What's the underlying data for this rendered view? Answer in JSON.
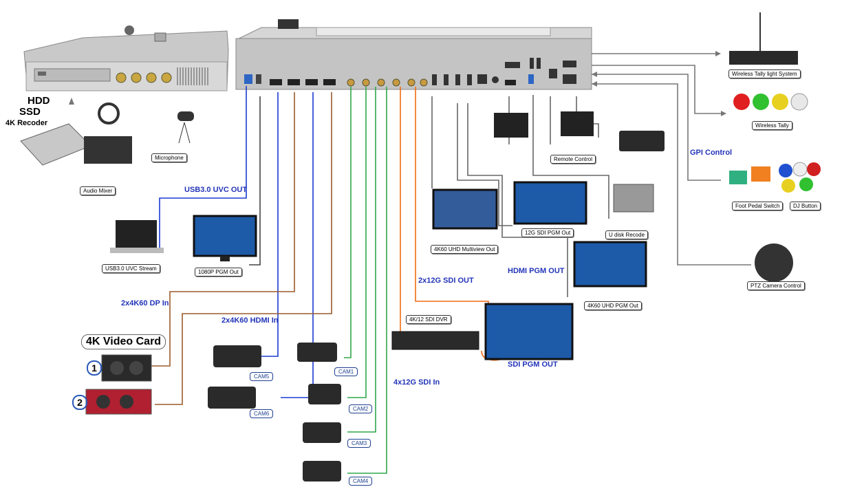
{
  "left_device": {
    "storage_lines": [
      "HDD",
      "SSD",
      "4K Recoder"
    ],
    "labels": {
      "audio_mixer": "Audio Mixer",
      "microphone": "Microphone",
      "usb_stream": "USB3.0 UVC Stream",
      "pgm_1080": "1080P PGM Out"
    }
  },
  "connections": {
    "usb_out": "USB3.0 UVC OUT",
    "dp_in": "2x4K60 DP In",
    "hdmi_in": "2x4K60 HDMI In",
    "sdi_out": "2x12G SDI  OUT",
    "sdi_in": "4x12G SDI In",
    "hdmi_pgm_out": "HDMI PGM OUT",
    "gpi_control": "GPI Control",
    "sdi_pgm_out": "SDI PGM OUT"
  },
  "video_card": {
    "title": "4K Video Card",
    "items": [
      "1",
      "2"
    ]
  },
  "cameras": [
    "CAM1",
    "CAM2",
    "CAM3",
    "CAM4",
    "CAM5",
    "CAM6"
  ],
  "right_devices": {
    "tally_system": "Wireless Tally light System",
    "wireless_tally": "Wireless Tally",
    "remote_control": "Remote Control",
    "foot_pedal": "Foot Pedal Switch",
    "dj_button": "DJ Button",
    "ptz_control": "PTZ Camera Control",
    "u_disk": "U disk Recode",
    "multiview": "4K60 UHD Multiview Out",
    "sdi_pgm": "12G SDI  PGM Out",
    "uhd_pgm": "4K60 UHD PGM Out",
    "dvr": "4K/12 SDI DVR"
  },
  "colors": {
    "blue_line": "#1a3ad0",
    "brown_line": "#9a5a2a",
    "green_line": "#2fa84a",
    "orange_line": "#f06a10",
    "gray_line": "#7a7a7a",
    "label_blue": "#2234b8"
  }
}
